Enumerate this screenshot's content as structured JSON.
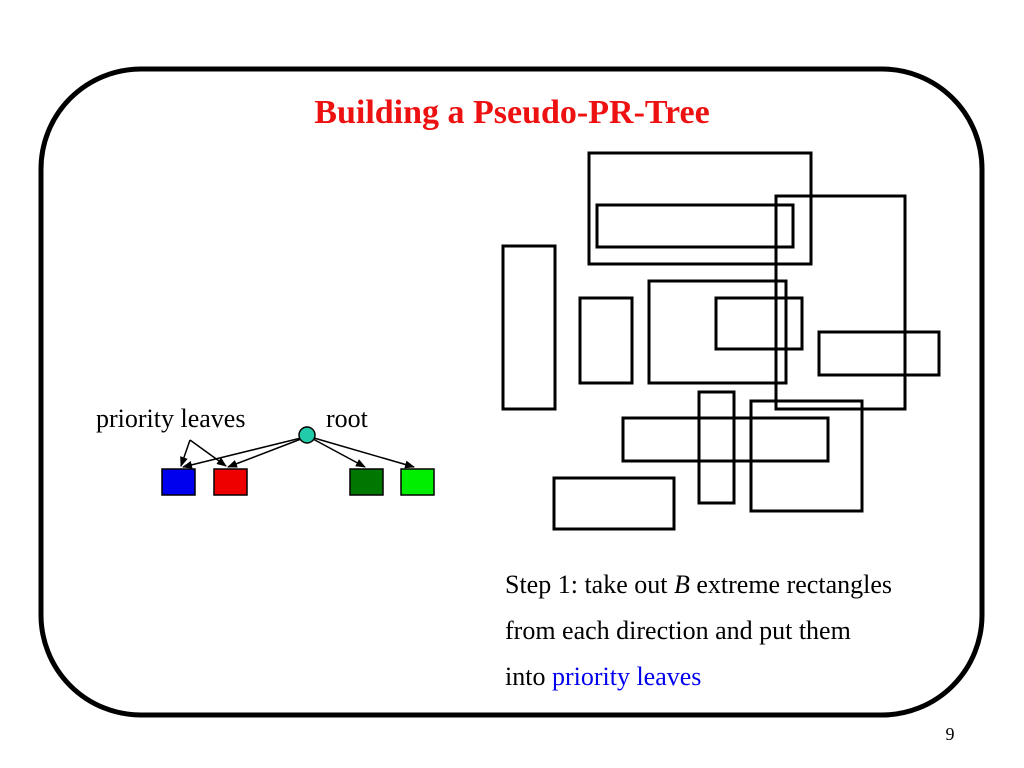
{
  "slide": {
    "title": "Building a Pseudo-PR-Tree",
    "page_number": "9"
  },
  "tree": {
    "priority_leaves_label": "priority leaves",
    "root_label": "root",
    "root_color": "#22ccaa",
    "leaves": [
      {
        "name": "blue-leaf",
        "color": "#0000ee"
      },
      {
        "name": "red-leaf",
        "color": "#ee0000"
      },
      {
        "name": "dark-green-leaf",
        "color": "#007700"
      },
      {
        "name": "light-green-leaf",
        "color": "#00ee00"
      }
    ]
  },
  "caption": {
    "line1_prefix": "Step 1: take out ",
    "line1_var": "B",
    "line1_suffix": " extreme rectangles",
    "line2": "from each direction and put them",
    "line3_prefix": "into ",
    "line3_highlight": "priority leaves",
    "highlight_color": "#0000ee"
  },
  "colors": {
    "title": "#ee1111",
    "frame": "#000000"
  }
}
